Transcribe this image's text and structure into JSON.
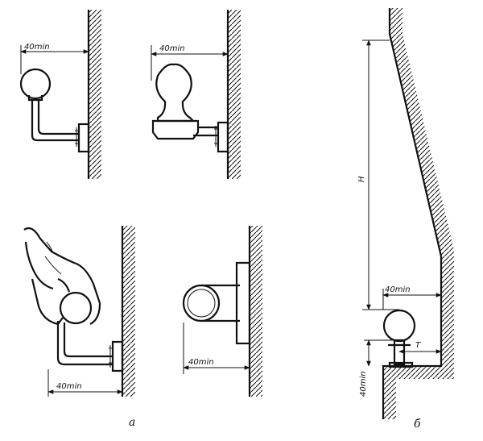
{
  "figure": {
    "panel_a": {
      "caption": "а",
      "details": [
        {
          "clearance_label": "40min"
        },
        {
          "clearance_label": "40min"
        },
        {
          "clearance_label": "40min"
        },
        {
          "clearance_label": "40min"
        }
      ]
    },
    "panel_b": {
      "caption": "б",
      "labels": {
        "height": "H",
        "clearance": "40min",
        "depth": "T",
        "bottom": "40min"
      }
    }
  }
}
